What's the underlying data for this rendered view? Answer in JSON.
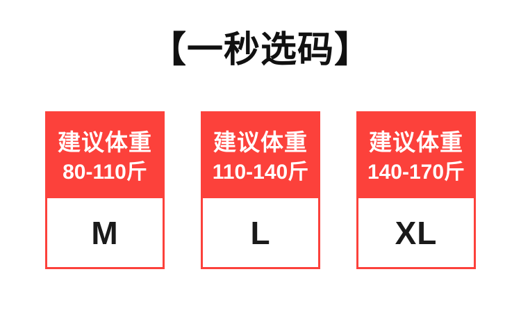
{
  "title": "【一秒选码】",
  "colors": {
    "accent_red": "#fc413b",
    "title_text": "#111111",
    "size_text": "#1a1a1a",
    "header_text": "#ffffff",
    "background": "#ffffff"
  },
  "cards": [
    {
      "header_label": "建议体重",
      "weight_range": "80-110斤",
      "size": "M"
    },
    {
      "header_label": "建议体重",
      "weight_range": "110-140斤",
      "size": "L"
    },
    {
      "header_label": "建议体重",
      "weight_range": "140-170斤",
      "size": "XL"
    }
  ]
}
